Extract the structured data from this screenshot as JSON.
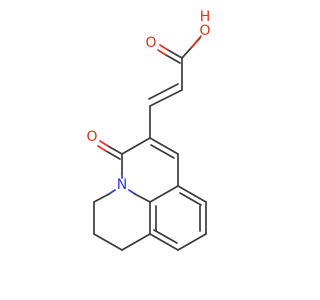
{
  "molecule": {
    "atoms": {
      "hydroxyl_h": "H",
      "hydroxyl_o": "O",
      "carbonyl_o_acid": "O",
      "carbonyl_o_ring": "O",
      "ring_n": "N"
    },
    "colors": {
      "bond": "#3a3a3a",
      "oxygen": "#e8301e",
      "nitrogen": "#2c3fd6"
    }
  }
}
